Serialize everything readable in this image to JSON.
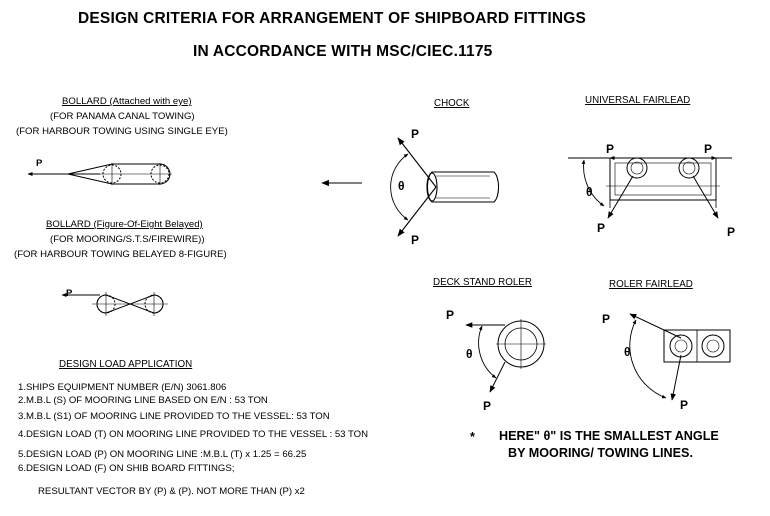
{
  "title": {
    "line1": "DESIGN CRITERIA  FOR ARRANGEMENT OF SHIPBOARD FITTINGS",
    "line2": "IN ACCORDANCE WITH MSC/CIEC.1175"
  },
  "bollard_eye": {
    "heading": "BOLLARD (Attached with eye)",
    "sub1": "(FOR PANAMA CANAL TOWING)",
    "sub2": "(FOR HARBOUR TOWING USING SINGLE EYE)"
  },
  "bollard_fig8": {
    "heading": "BOLLARD (Figure-Of-Eight Belayed)",
    "sub1": "(FOR MOORING/S.T.S/FIREWIRE))",
    "sub2": "(FOR HARBOUR TOWING BELAYED 8-FIGURE)"
  },
  "chock": {
    "heading": "CHOCK"
  },
  "universal_fairlead": {
    "heading": "UNIVERSAL FAIRLEAD"
  },
  "deck_stand_roller": {
    "heading": "DECK STAND ROLER"
  },
  "roller_fairlead": {
    "heading": "ROLER FAIRLEAD"
  },
  "symbols": {
    "p": "P",
    "theta": "θ"
  },
  "design_load": {
    "heading": "DESIGN LOAD APPLICATION",
    "items": [
      "1.SHIPS EQUIPMENT NUMBER (E/N) 3061.806",
      "2.M.B.L (S) OF MOORING LINE BASED ON E/N : 53 TON",
      "3.M.B.L (S1) OF MOORING LINE PROVIDED TO THE VESSEL: 53 TON",
      "4.DESIGN LOAD (T) ON MOORING LINE PROVIDED TO THE VESSEL : 53 TON",
      "5.DESIGN LOAD (P) ON MOORING LINE :M.B.L (T) x 1.25 = 66.25",
      "6.DESIGN LOAD (F) ON SHIB BOARD FITTINGS;",
      "RESULTANT VECTOR BY (P) & (P). NOT MORE THAN (P) x2"
    ]
  },
  "note": {
    "star": "*",
    "line1": "HERE\" θ\" IS THE SMALLEST ANGLE",
    "line2": "BY MOORING/ TOWING LINES."
  }
}
